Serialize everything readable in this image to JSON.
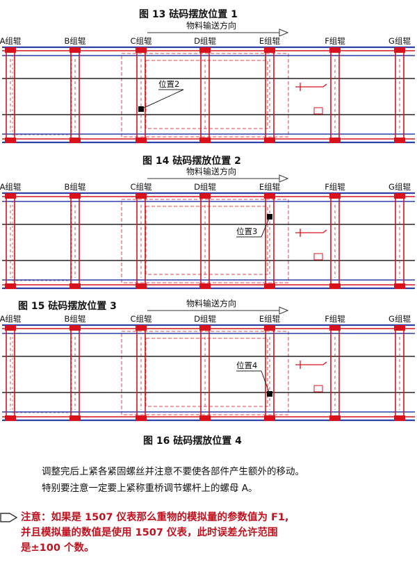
{
  "figures": [
    {
      "title": "图 13  砝码摆放位置 1",
      "direction_label": "物料输送方向",
      "roller_labels": [
        "A组辊",
        "B组辊",
        "C组辊",
        "D组辊",
        "E组辊",
        "F组辊",
        "G组辊"
      ],
      "marker_label": "位置2",
      "marker_group": "C"
    },
    {
      "title": "图 14  砝码摆放位置 2",
      "direction_label": "物料输送方向",
      "roller_labels": [
        "A组辊",
        "B组辊",
        "C组辊",
        "D组辊",
        "E组辊",
        "F组辊",
        "G组辊"
      ],
      "marker_label": "位置3",
      "marker_group": "E"
    },
    {
      "title": "图 15  砝码摆放位置 3",
      "direction_label": "物料输送方向",
      "roller_labels": [
        "A组辊",
        "B组辊",
        "C组辊",
        "D组辊",
        "E组辊",
        "F组辊",
        "G组辊"
      ],
      "marker_label": "位置4",
      "marker_group": "E"
    }
  ],
  "caption_bottom": "图 16  砝码摆放位置 4",
  "body_text": [
    "调整完后上紧各紧固螺丝并注意不要使各部件产生额外的移动。",
    "特别要注意一定要上紧称重桥调节螺杆上的螺母 A。"
  ],
  "note": {
    "lines": [
      "注意：如果是 1507 仪表那么重物的模拟量的参数值为 F1,",
      "并且模拟量的数值是使用 1507 仪表，此时误差允许范围",
      "是±100 个数。"
    ]
  },
  "colors": {
    "rail_blue": "#2b3fa8",
    "roller_red": "#d8121c",
    "dash_red": "#e0404a",
    "note_red": "#c0121e"
  }
}
